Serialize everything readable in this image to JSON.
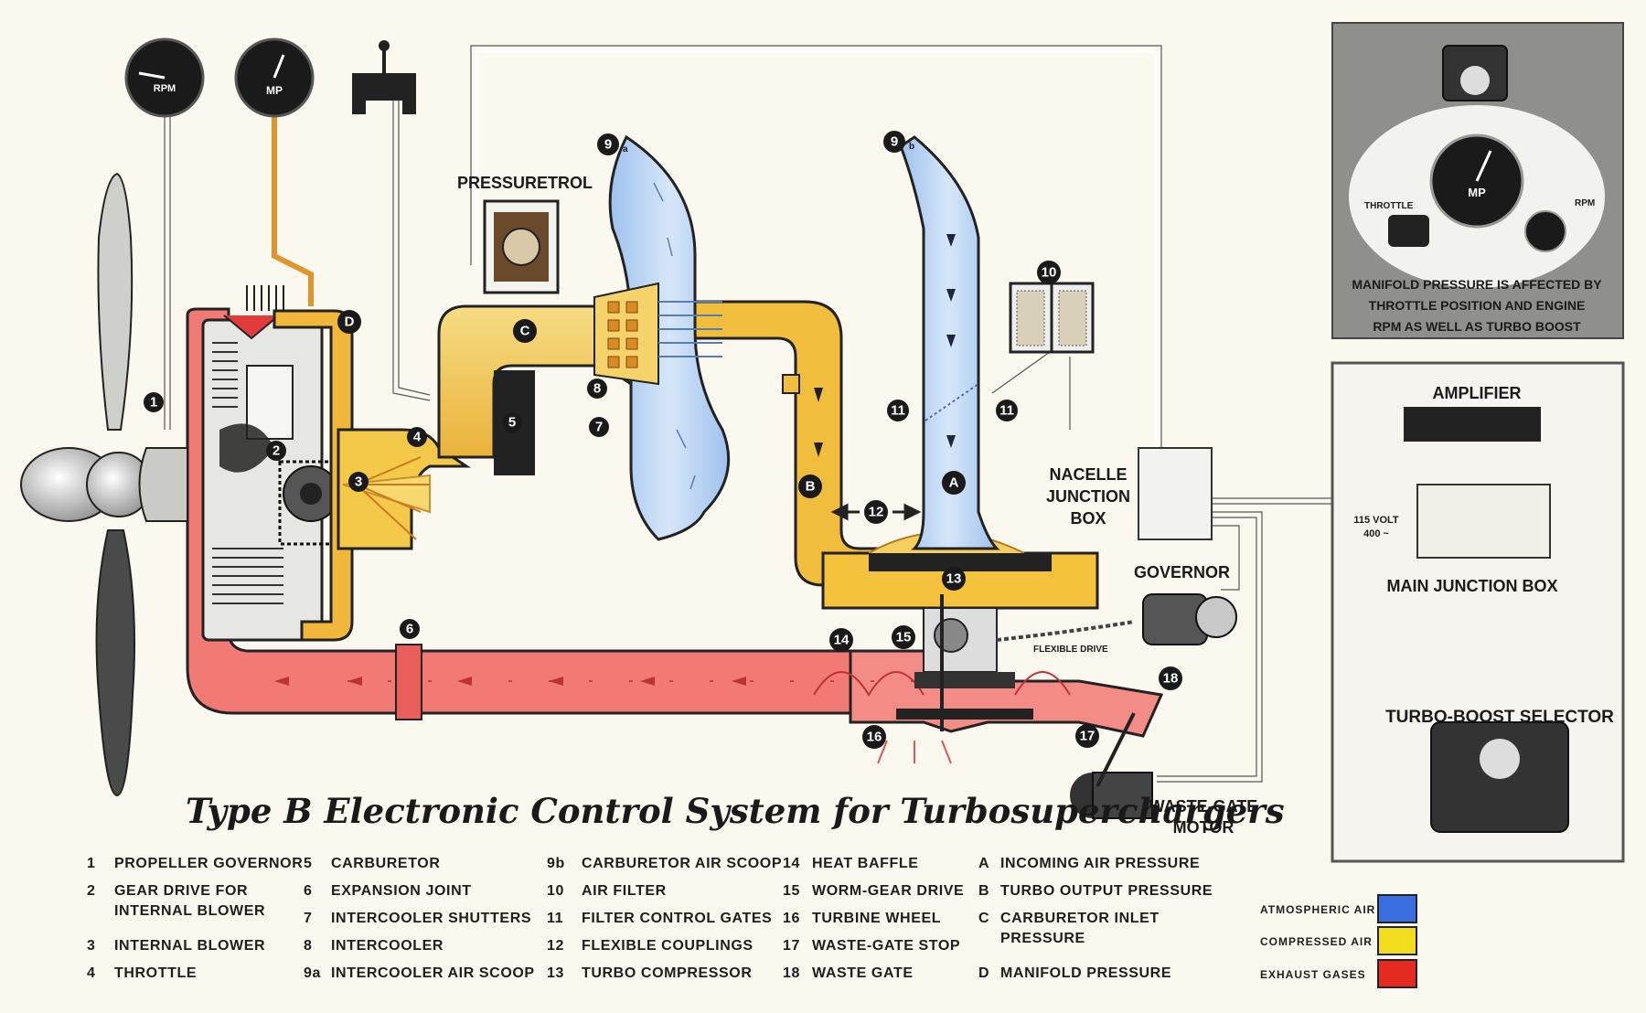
{
  "title": "Type B Electronic Control System for Turbosuperchargers",
  "labels": {
    "pressuretrol": "PRESSURETROL",
    "nacelle_1": "NACELLE",
    "nacelle_2": "JUNCTION",
    "nacelle_3": "BOX",
    "governor": "GOVERNOR",
    "flexible_drive": "FLEXIBLE DRIVE",
    "waste_gate_motor_1": "WASTE-GATE",
    "waste_gate_motor_2": "MOTOR",
    "amplifier": "AMPLIFIER",
    "main_junction_box": "MAIN JUNCTION BOX",
    "power_1": "115 VOLT",
    "power_2": "400 ~",
    "turbo_boost_selector": "TURBO-BOOST SELECTOR",
    "throttle_small": "THROTTLE",
    "rpm_small": "RPM",
    "gauge_rpm": "RPM",
    "gauge_mp": "MP",
    "inset_mp": "MP",
    "inset_note_1": "MANIFOLD PRESSURE IS AFFECTED BY",
    "inset_note_2": "THROTTLE POSITION AND ENGINE",
    "inset_note_3": "RPM AS WELL AS TURBO BOOST"
  },
  "markers": {
    "m1": "1",
    "m2": "2",
    "m3": "3",
    "m4": "4",
    "m5": "5",
    "m6": "6",
    "m7": "7",
    "m8": "8",
    "m9a": "9",
    "m9a_sub": "a",
    "m9b": "9",
    "m9b_sub": "b",
    "m10": "10",
    "m11a": "11",
    "m11b": "11",
    "m12": "12",
    "m13": "13",
    "m14": "14",
    "m15": "15",
    "m16": "16",
    "m17": "17",
    "m18": "18",
    "mA": "A",
    "mB": "B",
    "mC": "C",
    "mD": "D"
  },
  "legend": [
    [
      {
        "key": "1",
        "text": "PROPELLER GOVERNOR"
      },
      {
        "key": "2",
        "text": "GEAR DRIVE FOR",
        "text2": "INTERNAL BLOWER"
      },
      {
        "key": "3",
        "text": "INTERNAL BLOWER"
      },
      {
        "key": "4",
        "text": "THROTTLE"
      }
    ],
    [
      {
        "key": "5",
        "text": "CARBURETOR"
      },
      {
        "key": "6",
        "text": "EXPANSION JOINT"
      },
      {
        "key": "7",
        "text": "INTERCOOLER SHUTTERS"
      },
      {
        "key": "8",
        "text": "INTERCOOLER"
      },
      {
        "key": "9a",
        "text": "INTERCOOLER AIR SCOOP"
      }
    ],
    [
      {
        "key": "9b",
        "text": "CARBURETOR AIR SCOOP"
      },
      {
        "key": "10",
        "text": "AIR FILTER"
      },
      {
        "key": "11",
        "text": "FILTER CONTROL GATES"
      },
      {
        "key": "12",
        "text": "FLEXIBLE COUPLINGS"
      },
      {
        "key": "13",
        "text": "TURBO COMPRESSOR"
      }
    ],
    [
      {
        "key": "14",
        "text": "HEAT BAFFLE"
      },
      {
        "key": "15",
        "text": "WORM-GEAR DRIVE"
      },
      {
        "key": "16",
        "text": "TURBINE WHEEL"
      },
      {
        "key": "17",
        "text": "WASTE-GATE STOP"
      },
      {
        "key": "18",
        "text": "WASTE GATE"
      }
    ],
    [
      {
        "key": "A",
        "text": "INCOMING AIR PRESSURE"
      },
      {
        "key": "B",
        "text": "TURBO OUTPUT PRESSURE"
      },
      {
        "key": "C",
        "text": "CARBURETOR INLET",
        "text2": "PRESSURE"
      },
      {
        "key": "D",
        "text": "MANIFOLD PRESSURE"
      }
    ]
  ],
  "color_key": [
    {
      "label": "ATMOSPHERIC AIR",
      "color": "#3b6fe0"
    },
    {
      "label": "COMPRESSED AIR",
      "color": "#f2dc1e"
    },
    {
      "label": "EXHAUST GASES",
      "color": "#e52a22"
    }
  ],
  "colors": {
    "exhaust": "#f16b6b",
    "compressed": "#f0c23a",
    "compressed_light": "#fbe79a",
    "atmospheric": "#b9d3f2",
    "wire": "#f7f3ea",
    "panel": "#8e8e8a"
  }
}
